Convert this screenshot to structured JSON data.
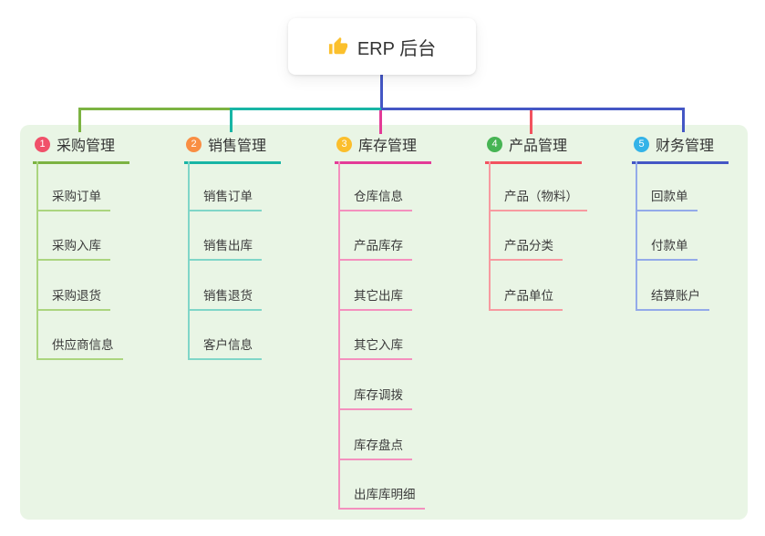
{
  "root": {
    "label": "ERP 后台",
    "icon": "thumbs-up-icon"
  },
  "panel": {
    "background": "#e9f5e5"
  },
  "connector": {
    "trunk_color": "#4457c5"
  },
  "branches": [
    {
      "index": "1",
      "label": "采购管理",
      "badge_color": "#f0516a",
      "line_color": "#7cb342",
      "light_color": "#abd57f",
      "children": [
        "采购订单",
        "采购入库",
        "采购退货",
        "供应商信息"
      ]
    },
    {
      "index": "2",
      "label": "销售管理",
      "badge_color": "#f98e43",
      "line_color": "#18b5a5",
      "light_color": "#80d6c8",
      "children": [
        "销售订单",
        "销售出库",
        "销售退货",
        "客户信息"
      ]
    },
    {
      "index": "3",
      "label": "库存管理",
      "badge_color": "#fbbe2c",
      "line_color": "#e33b97",
      "light_color": "#f490be",
      "children": [
        "仓库信息",
        "产品库存",
        "其它出库",
        "其它入库",
        "库存调拨",
        "库存盘点",
        "出库库明细"
      ]
    },
    {
      "index": "4",
      "label": "产品管理",
      "badge_color": "#47b454",
      "line_color": "#f2525f",
      "light_color": "#f79aa0",
      "children": [
        "产品（物料）",
        "产品分类",
        "产品单位"
      ]
    },
    {
      "index": "5",
      "label": "财务管理",
      "badge_color": "#34b3e8",
      "line_color": "#4457c5",
      "light_color": "#93aae9",
      "children": [
        "回款单",
        "付款单",
        "结算账户"
      ]
    }
  ]
}
